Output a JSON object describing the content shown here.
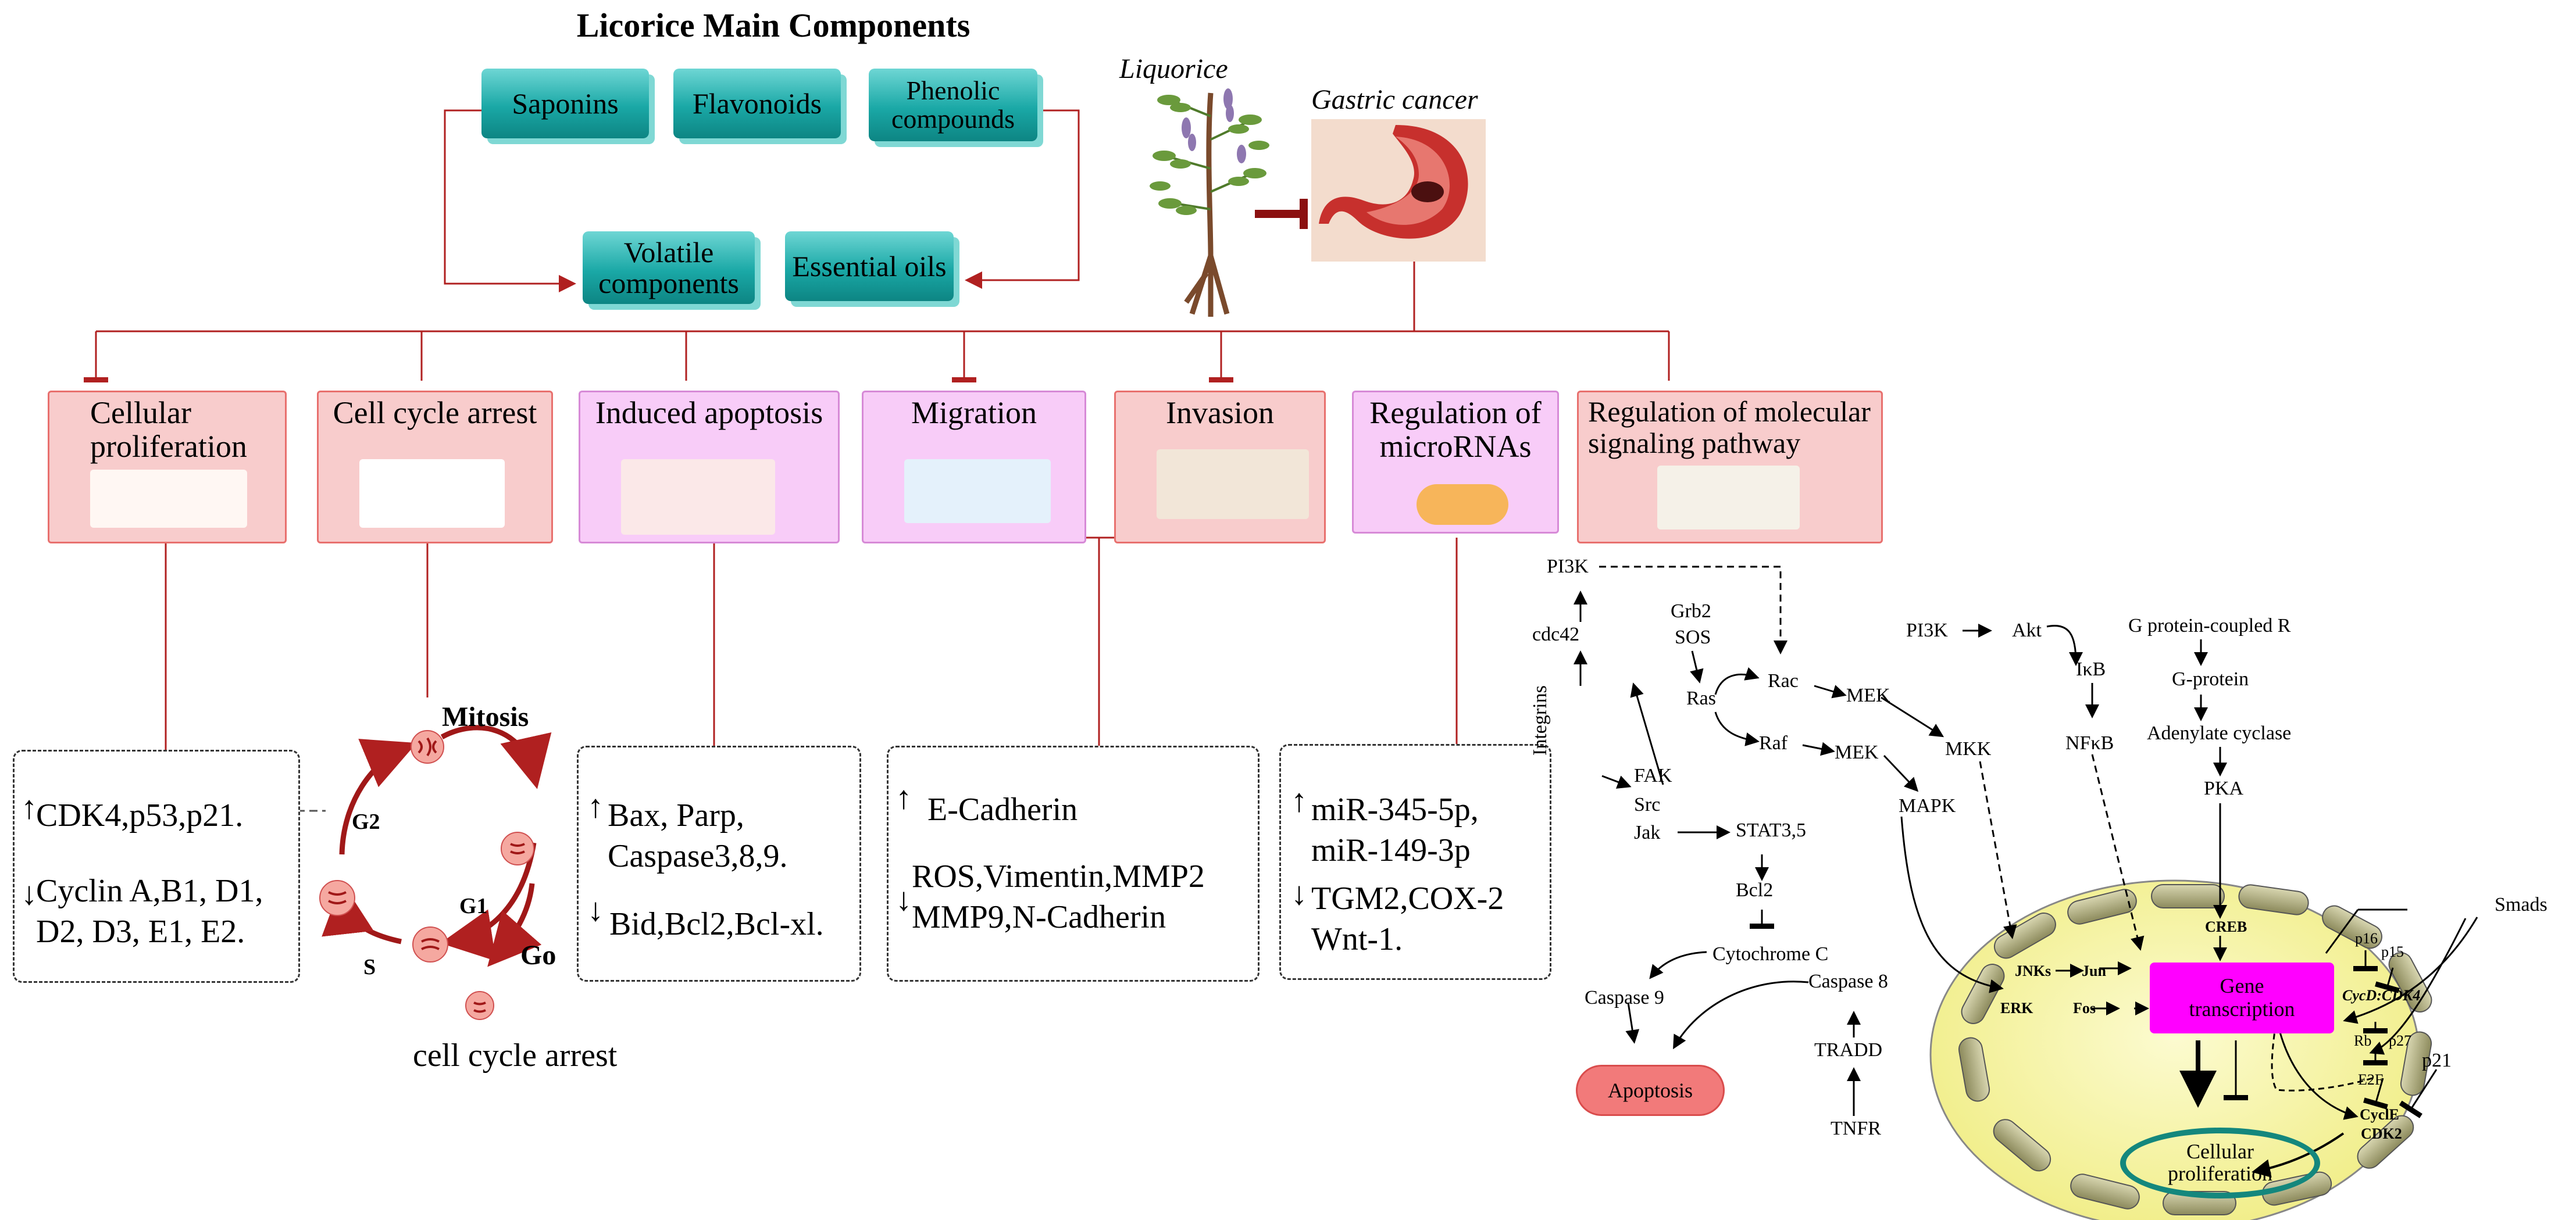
{
  "title": "Licorice Main Components",
  "components": [
    "Saponins",
    "Flavonoids",
    "Phenolic compounds",
    "Volatile components",
    "Essential oils"
  ],
  "liquorice_label": "Liquorice",
  "gastric_label": "Gastric cancer",
  "effects": {
    "cellular_proliferation": "Cellular proliferation",
    "cell_cycle_arrest": "Cell cycle arrest",
    "induced_apoptosis": "Induced apoptosis",
    "migration": "Migration",
    "invasion": "Invasion",
    "regulation_micrornas": "Regulation of microRNAs",
    "regulation_signaling": "Regulation of molecular signaling pathway"
  },
  "box_prolif": {
    "up": "CDK4,p53,p21.",
    "down_1": "Cyclin A,B1, D1,",
    "down_2": "D2, D3, E1, E2."
  },
  "cycle": {
    "mitosis": "Mitosis",
    "g2": "G2",
    "g1": "G1",
    "s": "S",
    "go": "Go",
    "caption": "cell cycle arrest"
  },
  "box_apoptosis": {
    "up_1": "Bax, Parp,",
    "up_2": "Caspase3,8,9.",
    "down": "Bid,Bcl2,Bcl-xl."
  },
  "box_migration": {
    "up": "E-Cadherin",
    "down_1": "ROS,Vimentin,MMP2",
    "down_2": "MMP9,N-Cadherin"
  },
  "box_mirna": {
    "up_1": "miR-345-5p,",
    "up_2": "miR-149-3p",
    "down_1": "TGM2,COX-2",
    "down_2": "Wnt-1."
  },
  "pathway": {
    "pi3k": "PI3K",
    "cdc42": "cdc42",
    "integrins": "Integrins",
    "grb2": "Grb2",
    "sos": "SOS",
    "ras": "Ras",
    "rac": "Rac",
    "raf": "Raf",
    "mek1": "MEK",
    "mek2": "MEK",
    "mkk": "MKK",
    "mapk": "MAPK",
    "fak": "FAK",
    "src": "Src",
    "jak": "Jak",
    "stat": "STAT3,5",
    "bcl2": "Bcl2",
    "cytc": "Cytochrome C",
    "casp9": "Caspase 9",
    "casp8": "Caspase 8",
    "tradd": "TRADD",
    "tnfr": "TNFR",
    "apoptosis": "Apoptosis",
    "pi3k2": "PI3K",
    "akt": "Akt",
    "ikb": "IκB",
    "nfkb": "NFκB",
    "gpcr": "G protein-coupled R",
    "gprot": "G-protein",
    "adcy": "Adenylate cyclase",
    "pka": "PKA",
    "smads": "Smads",
    "creb": "CREB",
    "jnks": "JNKs",
    "jun": "Jun",
    "erk": "ERK",
    "fos": "Fos",
    "gene_1": "Gene",
    "gene_2": "transcription",
    "p16": "p16",
    "p15": "p15",
    "cycd": "CycD:CDK4",
    "rb": "Rb",
    "e2f": "E2F",
    "p27": "p27",
    "p21": "p21",
    "cyce": "CyclE",
    "cdk2": "CDK2",
    "cellprolif_1": "Cellular",
    "cellprolif_2": "proliferation"
  },
  "colors": {
    "teal": "#1aa8a6",
    "connector": "#b02020",
    "card_red": "#f8cccc",
    "card_pink": "#f8ccf8",
    "magenta": "#ff00ff",
    "cell_yellow": "#f8f5a8"
  }
}
